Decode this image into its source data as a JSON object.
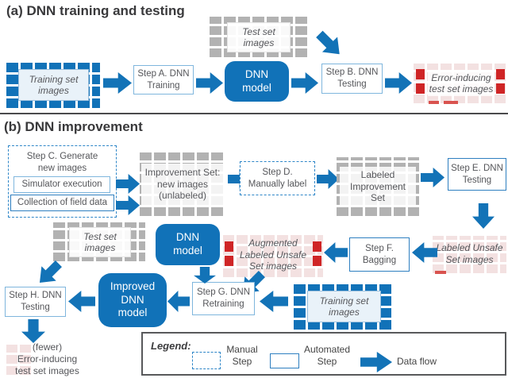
{
  "colors": {
    "accent_blue": "#1172b8",
    "light_blue_border": "#7fb6dd",
    "strong_blue_border": "#2e7fc0",
    "dashed_blue": "#2e86c8",
    "gray_square": "#b2b2b2",
    "pink_square": "#f3e1e1",
    "error_red": "#cf2526",
    "text_gray": "#55565a"
  },
  "section_a": {
    "heading": "(a) DNN training and testing",
    "training_set_label": "Training set\nimages",
    "test_set_label": "Test set\nimages",
    "step_a": "Step A. DNN\nTraining",
    "dnn_model": "DNN\nmodel",
    "step_b": "Step B. DNN\nTesting",
    "error_images_label": "Error-inducing\ntest set images"
  },
  "section_b": {
    "heading": "(b) DNN improvement",
    "step_c_title": "Step C. Generate\nnew images",
    "simulator": "Simulator execution",
    "field_data": "Collection of field data",
    "improvement_set": "Improvement Set:\nnew images\n(unlabeled)",
    "step_d": "Step D.\nManually label",
    "labeled_improvement_set": "Labeled\nImprovement\nSet",
    "step_e": "Step E. DNN\nTesting",
    "labeled_unsafe": "Labeled Unsafe\nSet images",
    "step_f": "Step F.\nBagging",
    "augmented_unsafe": "Augmented\nLabeled Unsafe\nSet images",
    "training_set_label": "Training set\nimages",
    "step_g": "Step G. DNN\nRetraining",
    "improved_model": "Improved\nDNN\nmodel",
    "dnn_model": "DNN\nmodel",
    "test_set_label": "Test set\nimages",
    "step_h": "Step H. DNN\nTesting",
    "fewer_errors": "(fewer)\nError-inducing\ntest set images"
  },
  "legend": {
    "title": "Legend:",
    "manual": "Manual\nStep",
    "automated": "Automated\nStep",
    "data_flow": "Data flow"
  }
}
